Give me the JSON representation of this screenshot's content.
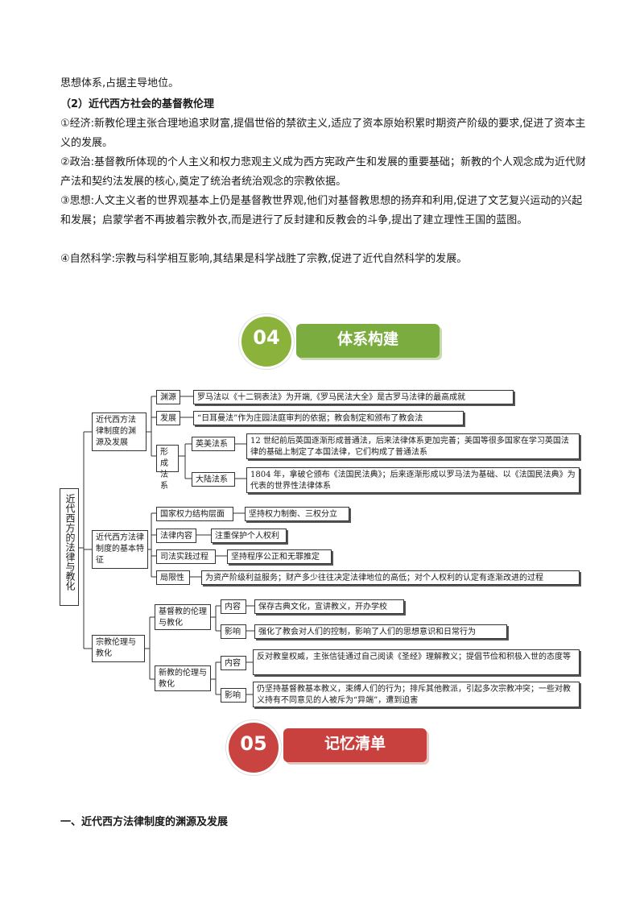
{
  "top_text": {
    "line0": "思想体系,占据主导地位。",
    "sub_heading": "（2）近代西方社会的基督教伦理",
    "item1": "①经济:新教伦理主张合理地追求财富,提倡世俗的禁欲主义,适应了资本原始积累时期资产阶级的要求,促进了资本主义的发展。",
    "item2": "②政治:基督教所体现的个人主义和权力悲观主义成为西方宪政产生和发展的重要基础；新教的个人观念成为近代财产法和契约法发展的核心,奠定了统治者统治观念的宗教依据。",
    "item3": "③思想:人文主义者的世界观基本上仍是基督教世界观,他们对基督教思想的扬弃和利用,促进了文艺复兴运动的兴起和发展；启蒙学者不再披着宗教外衣,而是进行了反封建和反教会的斗争,提出了建立理性王国的蓝图。",
    "item4": "④自然科学:宗教与科学相互影响,其结果是科学战胜了宗教,促进了近代自然科学的发展。"
  },
  "section4": {
    "number": "04",
    "title": "体系构建",
    "circle_color": "#8bb23a",
    "bar_color": "#7aac3f"
  },
  "section5": {
    "number": "05",
    "title": "记忆清单",
    "circle_color": "#c94440",
    "bar_color": "#c9413f"
  },
  "mindmap": {
    "root": "近代西方的法律与教化",
    "b1": {
      "label": "近代西方法律制度的渊源及发展",
      "yuanyuan": "渊源",
      "yuanyuan_text": "罗马法以《十二铜表法》为开端,《罗马民法大全》是古罗马法律的最高成就",
      "fazhan": "发展",
      "fazhan_text": "“日耳曼法”作为庄园法庭审判的依据；教会制定和颁布了教会法",
      "xingcheng": "形成法系",
      "yingmei": "英美法系",
      "yingmei_text": "12 世纪前后英国逐渐形成普通法，后来法律体系更加完善；美国等很多国家在学习英国法律的基础上制定了本国法律，它们构成了普通法系",
      "dalu": "大陆法系",
      "dalu_text": "1804 年，拿破仑颁布《法国民法典》；后来逐渐形成以罗马法为基础、以《法国民法典》为代表的世界性法律体系"
    },
    "b2": {
      "label": "近代西方法律制度的基本特征",
      "guojia": "国家权力结构层面",
      "guojia_text": "坚持权力制衡、三权分立",
      "falv": "法律内容",
      "falv_text": "注重保护个人权利",
      "sifa": "司法实践过程",
      "sifa_text": "坚持程序公正和无罪推定",
      "juxian": "局限性",
      "juxian_text": "为资产阶级利益服务；财产多少往往决定法律地位的高低；对个人权利的认定有逐渐改进的过程"
    },
    "b3": {
      "label": "宗教伦理与教化",
      "jidu": "基督教的伦理与教化",
      "jidu_neirong": "内容",
      "jidu_neirong_text": "保存古典文化，宣讲教义，开办学校",
      "jidu_yingxiang": "影响",
      "jidu_yingxiang_text": "强化了教会对人们的控制，影响了人们的思想意识和日常行为",
      "xinjiao": "新教的伦理与教化",
      "xinjiao_neirong": "内容",
      "xinjiao_neirong_text": "反对教皇权威，主张信徒通过自己阅读《圣经》理解教义；提倡节俭和积极入世的态度等",
      "xinjiao_yingxiang": "影响",
      "xinjiao_yingxiang_text": "仍坚持基督教基本教义，束缚人们的行为；排斥其他教派，引起多次宗教冲突；一些对教义持有不同意见的人被斥为“异端”，遭到迫害"
    }
  },
  "bottom_heading": "一、近代西方法律制度的渊源及发展"
}
